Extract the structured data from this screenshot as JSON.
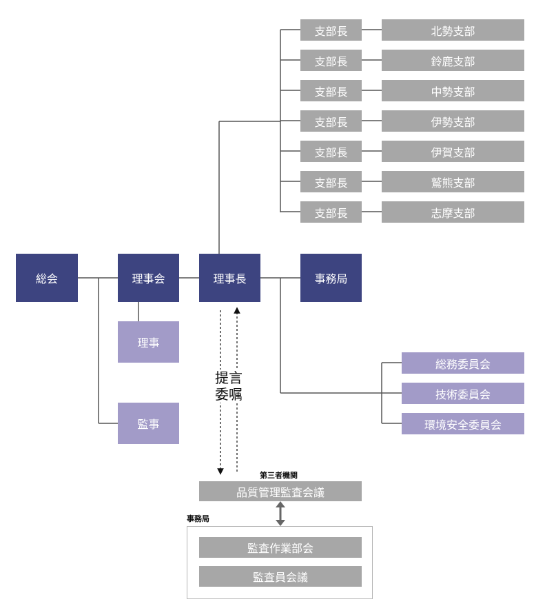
{
  "top": {
    "general_assembly": "総会",
    "board": "理事会",
    "chairman": "理事長",
    "secretariat": "事務局",
    "directors": "理事",
    "auditor": "監事"
  },
  "branches": [
    {
      "head": "支部長",
      "name": "北勢支部"
    },
    {
      "head": "支部長",
      "name": "鈴鹿支部"
    },
    {
      "head": "支部長",
      "name": "中勢支部"
    },
    {
      "head": "支部長",
      "name": "伊勢支部"
    },
    {
      "head": "支部長",
      "name": "伊賀支部"
    },
    {
      "head": "支部長",
      "name": "鷲熊支部"
    },
    {
      "head": "支部長",
      "name": "志摩支部"
    }
  ],
  "committees": [
    "総務委員会",
    "技術委員会",
    "環境安全委員会"
  ],
  "relation": {
    "line1": "提言",
    "line2": "委嘱"
  },
  "third_party": {
    "label": "第三者機関",
    "council": "品質管理監査会議",
    "secretariat_label": "事務局",
    "subgroups": [
      "監査作業部会",
      "監査員会議"
    ]
  },
  "colors": {
    "navy": "#3d4480",
    "lavender": "#a29bc8",
    "gray": "#a7a7a7",
    "line": "#555555"
  }
}
